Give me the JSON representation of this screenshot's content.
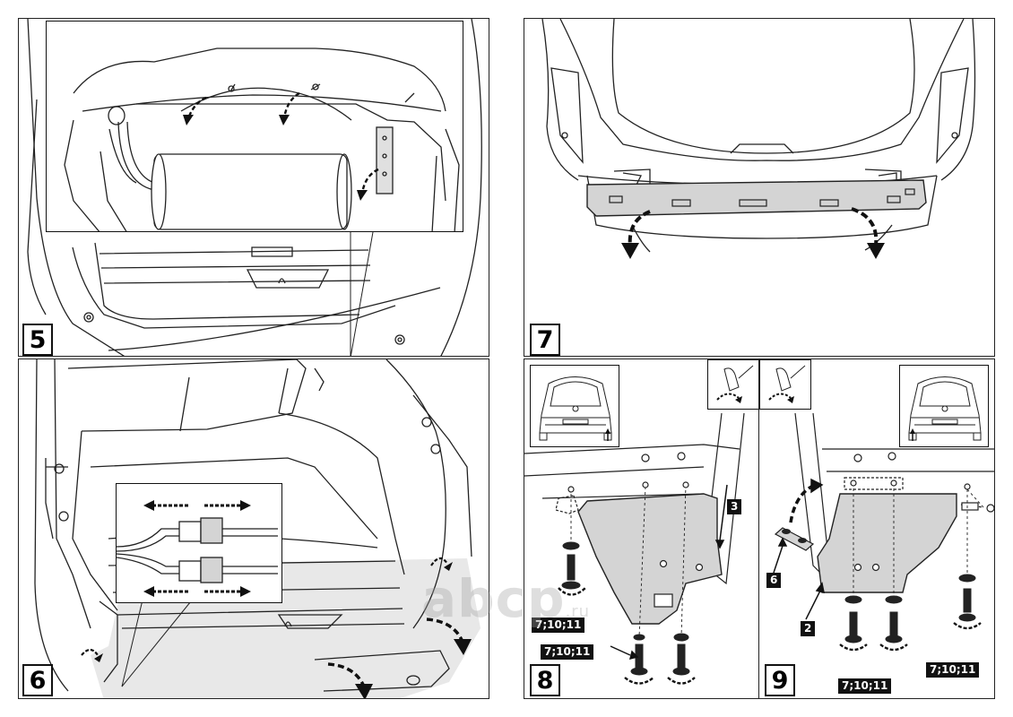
{
  "steps": {
    "step5": "5",
    "step6": "6",
    "step7": "7",
    "step8": "8",
    "step9": "9"
  },
  "callouts": {
    "p8_part3": "3",
    "p8_bolts_left": "7;10;11",
    "p8_bolts_bottom": "7;10;11",
    "p9_part6": "6",
    "p9_part2": "2",
    "p9_bolts_bottom": "7;10;11",
    "p9_bolts_right": "7;10;11"
  },
  "watermark": {
    "brand": "abcp",
    "suffix": ".ru"
  },
  "colors": {
    "line": "#222222",
    "part_fill": "#d4d4d4",
    "shade": "#e6e6e6",
    "label_bg": "#111111"
  },
  "icons": [
    "curved-arrow-icon",
    "rotate-arrow-icon",
    "push-arrow-icon",
    "car-rear-thumbnail",
    "hand-tool-icon"
  ]
}
